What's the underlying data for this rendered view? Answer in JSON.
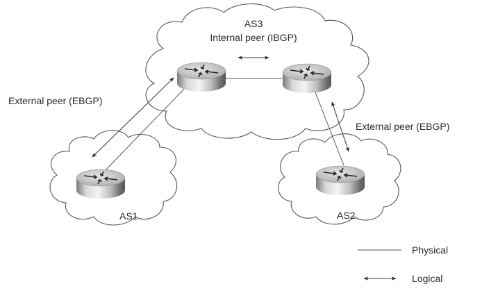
{
  "diagram": {
    "clouds": [
      {
        "id": "as3",
        "label": "AS3",
        "sublabel": "Internal peer (IBGP)"
      },
      {
        "id": "as1",
        "label": "AS1"
      },
      {
        "id": "as2",
        "label": "AS2"
      }
    ],
    "routers": [
      {
        "id": "r3a",
        "as": "AS3"
      },
      {
        "id": "r3b",
        "as": "AS3"
      },
      {
        "id": "r1",
        "as": "AS1"
      },
      {
        "id": "r2",
        "as": "AS2"
      }
    ],
    "links": [
      {
        "from": "r3a",
        "to": "r3b",
        "type": "Physical"
      },
      {
        "from": "r3a",
        "to": "r1",
        "type": "Physical"
      },
      {
        "from": "r3b",
        "to": "r2",
        "type": "Physical"
      },
      {
        "from": "r3a",
        "to": "r3b",
        "type": "Logical",
        "label": "Internal peer (IBGP)"
      },
      {
        "from": "r3a",
        "to": "r1",
        "type": "Logical",
        "label": "External peer (EBGP)"
      },
      {
        "from": "r3b",
        "to": "r2",
        "type": "Logical",
        "label": "External peer (EBGP)"
      }
    ],
    "labels": {
      "ebgp_left": "External peer (EBGP)",
      "ebgp_right": "External peer (EBGP)"
    },
    "legend": {
      "physical": "Physical",
      "logical": "Logical"
    }
  }
}
